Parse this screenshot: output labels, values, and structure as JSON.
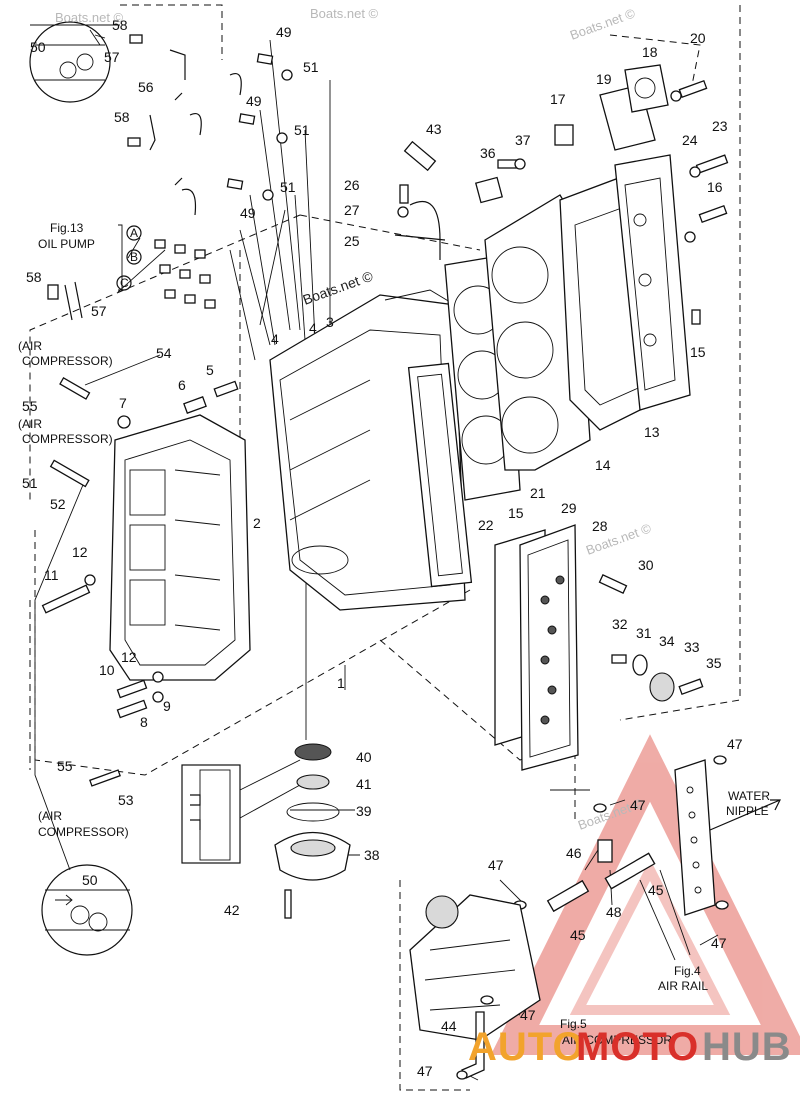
{
  "diagram": {
    "watermarks": [
      "Boats.net ©",
      "Boats.net ©",
      "Boats.net ©",
      "Boats.net ©",
      "Boats.net ©",
      "Boats.net ©"
    ],
    "labels": {
      "oil_pump_fig": "Fig.13",
      "oil_pump": "OIL PUMP",
      "air_comp_1a": "(AIR",
      "air_comp_1b": "COMPRESSOR)",
      "air_comp_2a": "(AIR",
      "air_comp_2b": "COMPRESSOR)",
      "air_comp_3a": "(AIR",
      "air_comp_3b": "COMPRESSOR)",
      "water_1": "WATER",
      "water_2": "NIPPLE",
      "air_rail_fig": "Fig.4",
      "air_rail": "AIR RAIL",
      "air_comp_fig": "Fig.5",
      "air_comp": "AIR COMPRESSOR",
      "circle_a": "A",
      "circle_b": "B",
      "circle_c": "C"
    },
    "callouts": {
      "c58a": "58",
      "c57a": "57",
      "c56": "56",
      "c50a": "50",
      "c49a": "49",
      "c51a": "51",
      "c49b": "49",
      "c51b": "51",
      "c58b": "58",
      "c51c": "51",
      "c49c": "49",
      "c18": "18",
      "c20": "20",
      "c19": "19",
      "c17": "17",
      "c43": "43",
      "c37": "37",
      "c36": "36",
      "c24": "24",
      "c23": "23",
      "c26": "26",
      "c27": "27",
      "c16": "16",
      "c25": "25",
      "c58c": "58",
      "c57b": "57",
      "c4a": "4",
      "c4b": "4",
      "c3": "3",
      "c15a": "15",
      "c54": "54",
      "c5": "5",
      "c6": "6",
      "c55a": "55",
      "c7": "7",
      "c13": "13",
      "c14": "14",
      "c21": "21",
      "c22": "22",
      "c15b": "15",
      "c2": "2",
      "c51d": "51",
      "c52": "52",
      "c29": "29",
      "c28": "28",
      "c12a": "12",
      "c11": "11",
      "c30": "30",
      "c32": "32",
      "c31": "31",
      "c34": "34",
      "c33": "33",
      "c35": "35",
      "c10": "10",
      "c12b": "12",
      "c1": "1",
      "c8": "8",
      "c9": "9",
      "c40": "40",
      "c41": "41",
      "c39": "39",
      "c38": "38",
      "c55b": "55",
      "c53": "53",
      "c47a": "47",
      "c47b": "47",
      "c46": "46",
      "c42": "42",
      "c47c": "47",
      "c50b": "50",
      "c45a": "45",
      "c48": "48",
      "c45b": "45",
      "c47d": "47",
      "c47e": "47",
      "c44": "44",
      "c47f": "47"
    },
    "brand": {
      "part1": "AUTO",
      "part2": "MOTO",
      "part3": "HUB",
      "color_orange": "#f2a32c",
      "color_red": "#d9302a",
      "color_gray": "#8a8a8a"
    }
  }
}
